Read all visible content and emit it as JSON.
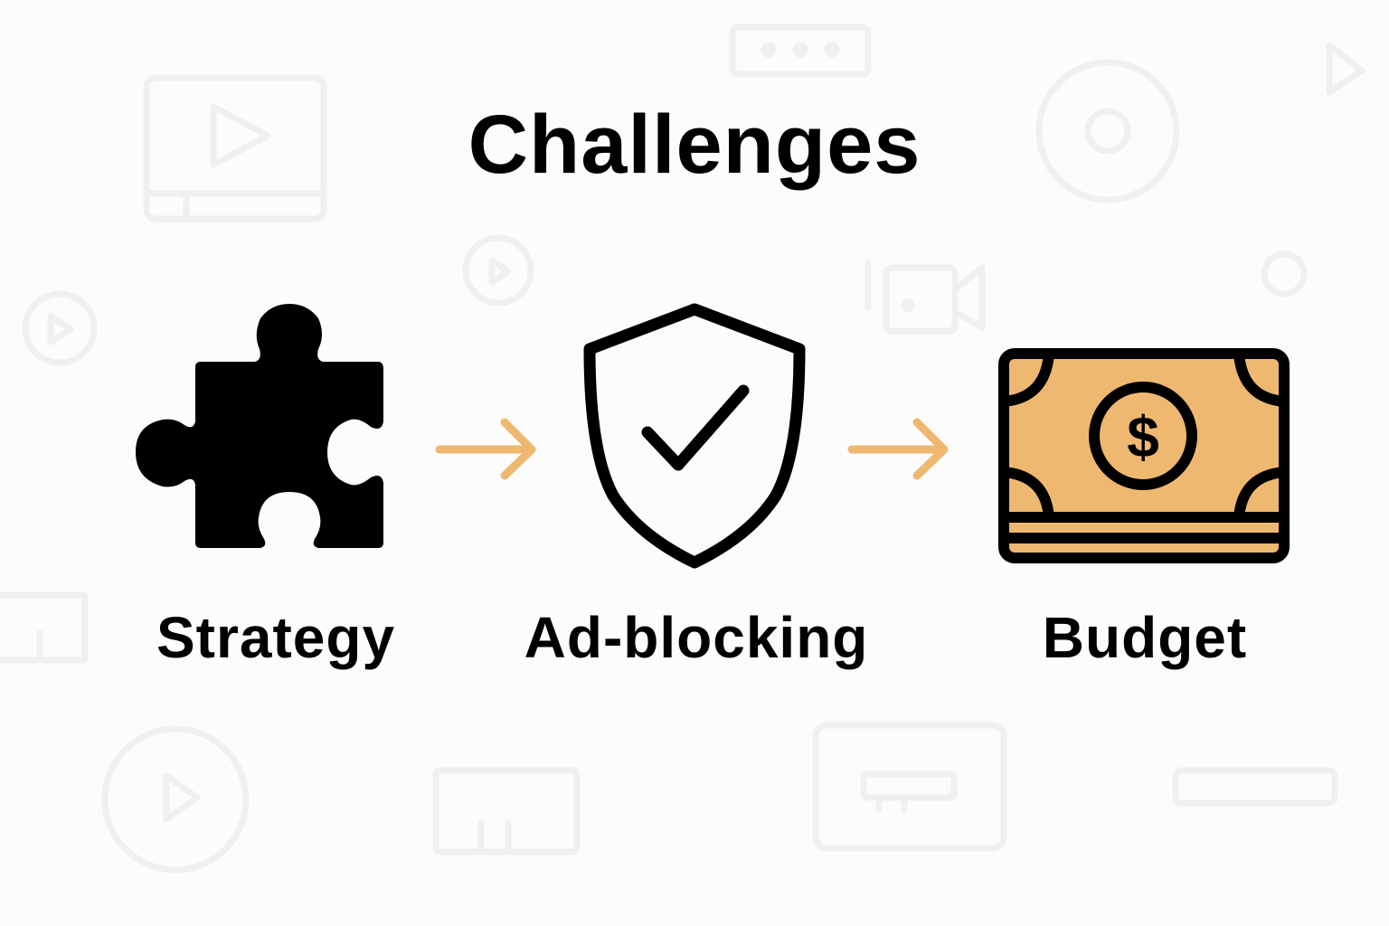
{
  "title": "Challenges",
  "colors": {
    "background": "#fcfcfc",
    "accent": "#efb870",
    "ink": "#000000",
    "watermark": "#f1f1f1"
  },
  "steps": [
    {
      "label": "Strategy",
      "icon": "puzzle-piece-icon"
    },
    {
      "label": "Ad-blocking",
      "icon": "shield-check-icon"
    },
    {
      "label": "Budget",
      "icon": "banknote-dollar-icon"
    }
  ],
  "connectors": [
    {
      "icon": "arrow-right-icon",
      "from": "Strategy",
      "to": "Ad-blocking"
    },
    {
      "icon": "arrow-right-icon",
      "from": "Ad-blocking",
      "to": "Budget"
    }
  ],
  "background_icons": [
    "video-player-icon",
    "chat-bubble-icon",
    "disc-icon",
    "play-icon",
    "play-circle-icon",
    "video-camera-icon",
    "circle-icon",
    "tablet-icon",
    "monitor-icon",
    "bar-icon"
  ]
}
